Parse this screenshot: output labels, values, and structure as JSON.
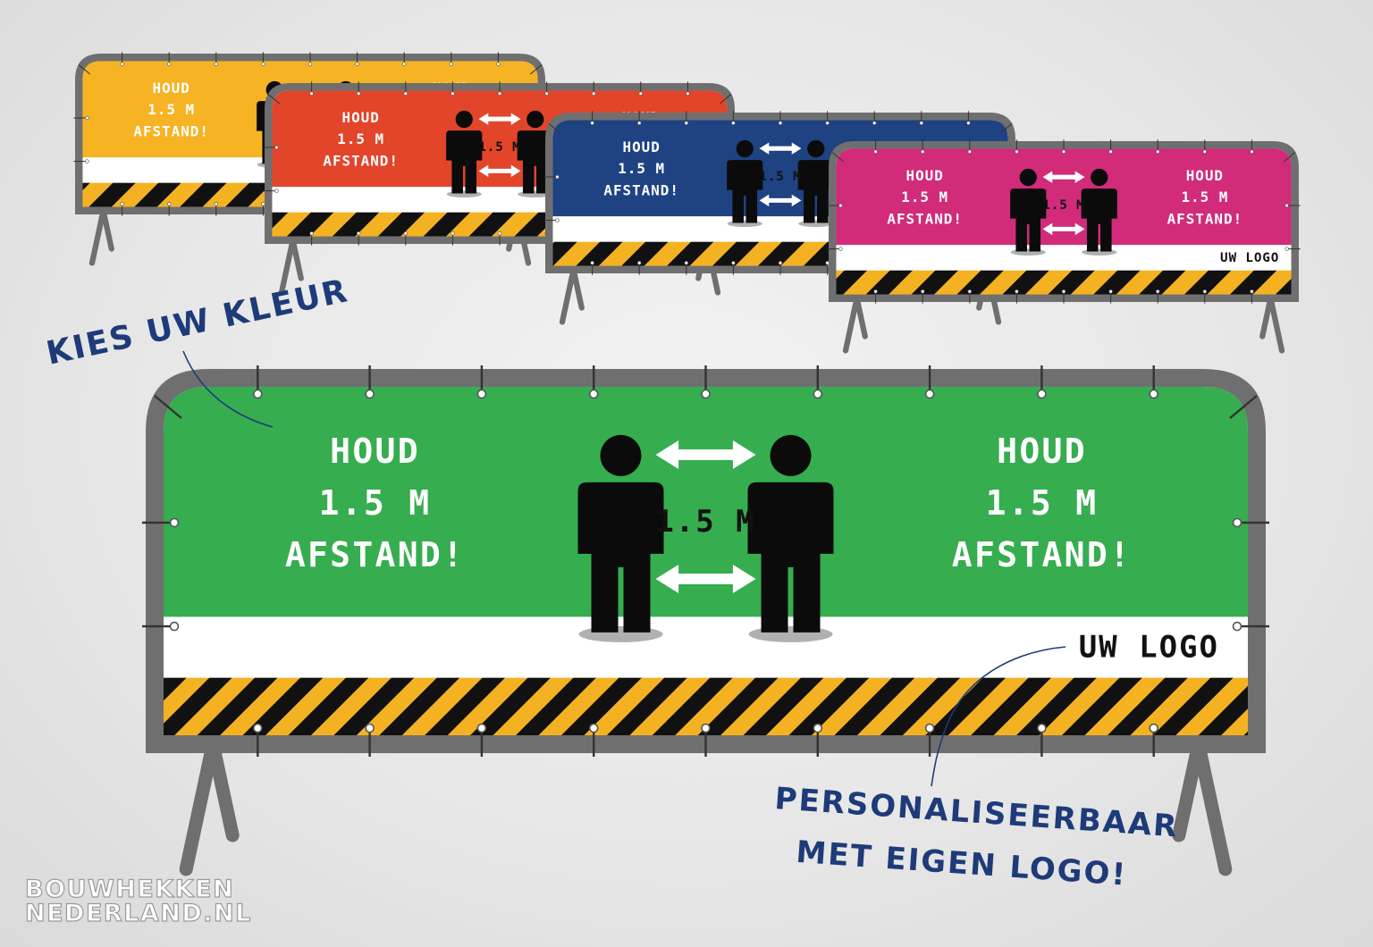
{
  "banner": {
    "message_lines": [
      "HOUD",
      "1.5 M",
      "AFSTAND!"
    ],
    "distance_label": "1.5 M",
    "logo_placeholder": "UW LOGO"
  },
  "fences": [
    {
      "name": "fence-yellow",
      "color": "#f6b323"
    },
    {
      "name": "fence-red",
      "color": "#e3452a"
    },
    {
      "name": "fence-blue",
      "color": "#1f4283"
    },
    {
      "name": "fence-pink",
      "color": "#d12b7a"
    },
    {
      "name": "fence-green",
      "color": "#36ad4f"
    }
  ],
  "annotations": {
    "choose_color": "KIES UW KLEUR",
    "personalize_lines": [
      "PERSONALISEERBAAR",
      "MET EIGEN LOGO!"
    ]
  },
  "brand": {
    "lines": [
      "BOUWHEKKEN",
      "NEDERLAND.NL"
    ]
  },
  "colors": {
    "frame": "#6f6f6f",
    "hazard_yellow": "#f4b223",
    "hazard_black": "#111111",
    "annotation_blue": "#1e3b79",
    "figure_black": "#0b0b0b"
  }
}
